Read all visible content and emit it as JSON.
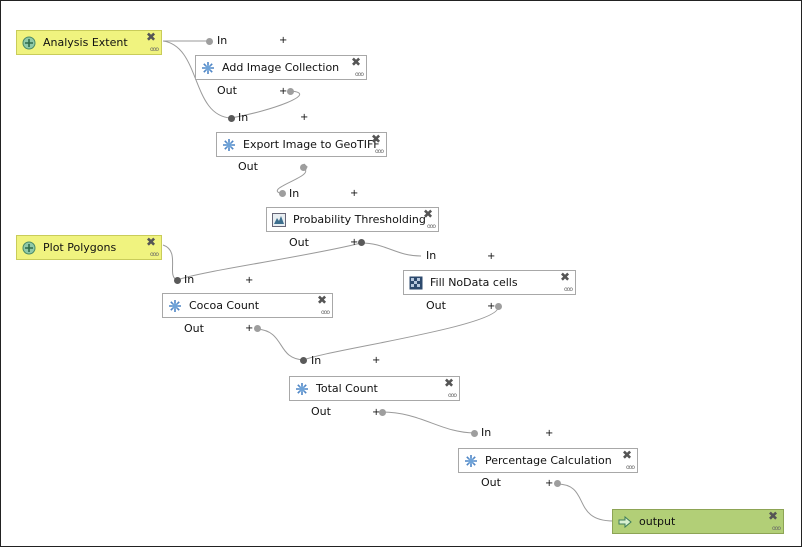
{
  "nodes": {
    "analysis_extent": {
      "label": "Analysis Extent",
      "icon": "vector-layer-icon"
    },
    "add_image_collection": {
      "label": "Add Image Collection",
      "icon": "gear-icon"
    },
    "export_image": {
      "label": "Export Image to GeoTIFF",
      "icon": "gear-icon"
    },
    "probability_thresholding": {
      "label": "Probability Thresholding",
      "icon": "gdal-icon"
    },
    "plot_polygons": {
      "label": "Plot Polygons",
      "icon": "vector-layer-icon"
    },
    "fill_nodata": {
      "label": "Fill NoData cells",
      "icon": "grid-icon"
    },
    "cocoa_count": {
      "label": "Cocoa Count",
      "icon": "gear-icon"
    },
    "total_count": {
      "label": "Total Count",
      "icon": "gear-icon"
    },
    "percentage_calculation": {
      "label": "Percentage Calculation",
      "icon": "gear-icon"
    },
    "output": {
      "label": "output",
      "icon": "arrow-right-icon"
    }
  },
  "ports": {
    "in": "In",
    "out": "Out",
    "plus": "+"
  },
  "controls": {
    "close_glyph": "✖",
    "more_glyph": "ooo"
  },
  "colors": {
    "input_fill": "#f0f37f",
    "output_fill": "#b2cf77",
    "node_fill": "#ffffff",
    "wire": "#9a9a9a"
  }
}
